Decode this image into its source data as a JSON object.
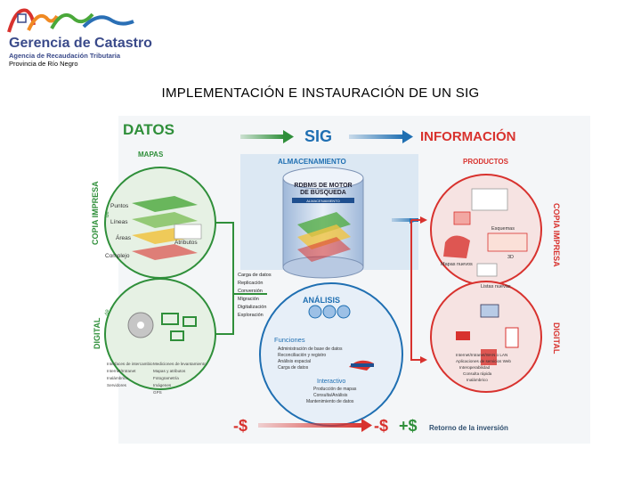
{
  "logo": {
    "name": "Gerencia de Catastro",
    "subtitle": "Agencia de Recaudación Tributaria",
    "province": "Provincia de Río Negro"
  },
  "title": "IMPLEMENTACIÓN E INSTAURACIÓN DE UN SIG",
  "diagram": {
    "datos": {
      "heading": "DATOS",
      "maps_label": "MAPAS",
      "copia_label": "COPIA IMPRESA",
      "copia_de": "de",
      "digital_label": "DIGITAL",
      "digital_de": "de",
      "layers": [
        "Puntos",
        "Líneas",
        "Áreas",
        "Complejo"
      ],
      "atributos": "Atributos",
      "digital_items_left": [
        "Interfaces de intercambio",
        "Internet/Intranet",
        "Inalámbrico",
        "Servidores"
      ],
      "digital_items_right": [
        "Mediciones de levantamiento",
        "Mapas y atributos",
        "Fotogrametría",
        "Imágenes",
        "GPS"
      ]
    },
    "sig": {
      "heading": "SIG",
      "almacenamiento": "ALMACENAMIENTO",
      "rdbms": [
        "RDBMS DE MOTOR",
        "DE BÚSQUEDA"
      ],
      "almacenamiento_small": "ALMACENAMIENTO",
      "processes": [
        "Carga de datos",
        "Replicación",
        "Conversión",
        "Migración",
        "Digitalización",
        "Exploración"
      ],
      "analisis": "ANÁLISIS",
      "funciones": "Funciones",
      "funciones_items": [
        "Administración de base de datos",
        "Reconciliación y registro",
        "Análisis espacial",
        "Carga de datos"
      ],
      "interactivo": "Interactivo",
      "interactivo_items": [
        "Producción de mapas",
        "Consulta/Análisis",
        "Mantenimiento de datos"
      ]
    },
    "informacion": {
      "heading": "INFORMACIÓN",
      "productos": "PRODUCTOS",
      "copia_label": "COPIA IMPRESA",
      "digital_label": "DIGITAL",
      "product_items": [
        "Esquemas",
        "3D",
        "Mapas nuevos",
        "Listas nuevas"
      ],
      "digital_items": [
        "Internet/Intranet/WAN o LAN",
        "Aplicaciones de servicios Web",
        "Interoperabilidad",
        "Consulta rápida",
        "Inalámbrico"
      ]
    },
    "bottom": {
      "minus_left": "-$",
      "minus_mid": "-$",
      "plus_mid": "+$",
      "retorno": "Retorno de la inversión"
    }
  },
  "colors": {
    "green": "#2f8f3a",
    "blue": "#1f6fb2",
    "red": "#d8322e",
    "navy": "#3a4a8a"
  }
}
